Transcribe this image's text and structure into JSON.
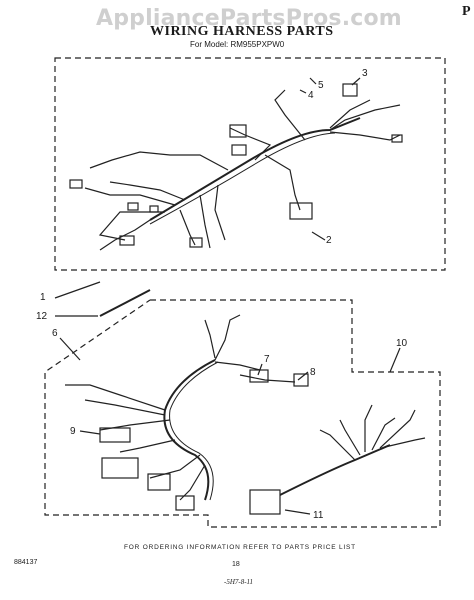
{
  "watermark": "AppliancePartsPros.com",
  "corner_mark": "P",
  "title": "WIRING HARNESS PARTS",
  "model_line": "For Model: RM955PXPW0",
  "callouts": [
    "1",
    "2",
    "3",
    "4",
    "5",
    "6",
    "7",
    "8",
    "9",
    "10",
    "11",
    "12"
  ],
  "footer_note": "FOR ORDERING INFORMATION REFER TO PARTS PRICE LIST",
  "doc_number": "884137",
  "page_number": "18",
  "bottom_code": "-5H7-8-11"
}
